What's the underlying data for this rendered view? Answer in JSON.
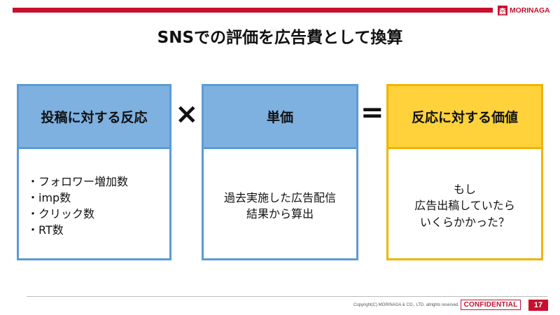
{
  "brand": {
    "name": "MORINAGA",
    "mark": "森",
    "color": "#c8102e"
  },
  "title": "SNSでの評価を広告費として換算",
  "operators": {
    "times": "×",
    "equals": "="
  },
  "boxes": [
    {
      "heading": "投稿に対する反応",
      "items": [
        "フォロワー増加数",
        "imp数",
        "クリック数",
        "RT数"
      ],
      "accent": "#5b9bd5"
    },
    {
      "heading": "単価",
      "body": "過去実施した広告配信\n結果から算出",
      "accent": "#5b9bd5"
    },
    {
      "heading": "反応に対する価値",
      "body": "もし\n広告出稿していたら\nいくらかかった？",
      "accent": "#f0b400"
    }
  ],
  "footer": {
    "copyright": "Copyright(C) MORINAGA & CO., LTD. allrights reserved.",
    "confidential": "CONFIDENTIAL",
    "page": "17"
  }
}
